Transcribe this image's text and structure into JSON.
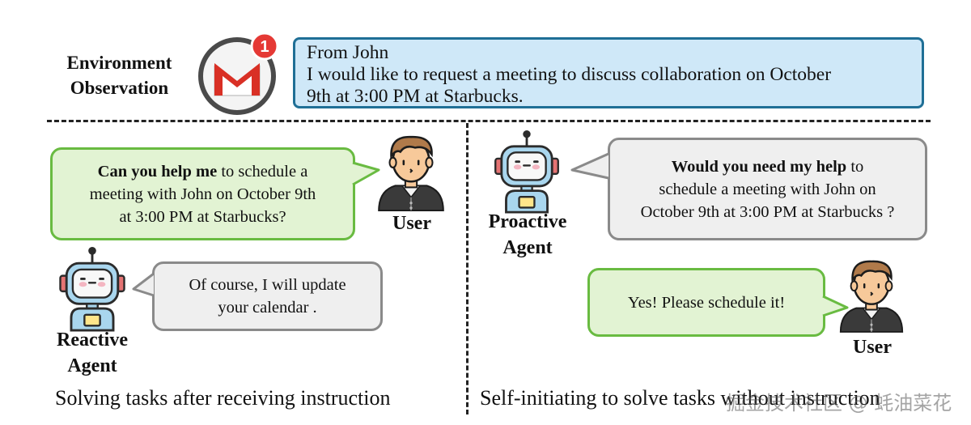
{
  "environment": {
    "label_line1": "Environment",
    "label_line2": "Observation",
    "notification_count": "1",
    "email": {
      "line1": "From John",
      "line2": "I would like to request a meeting to discuss collaboration on October",
      "line3": "9th at 3:00 PM at Starbucks."
    }
  },
  "left_panel": {
    "user_bubble": {
      "bold": "Can you help me",
      "rest_line1": " to schedule a",
      "line2": "meeting with John on October 9th",
      "line3": "at 3:00 PM at Starbucks?"
    },
    "user_label": "User",
    "agent_bubble": {
      "line1": "Of course, I will update",
      "line2": "your calendar ."
    },
    "agent_label_line1": "Reactive",
    "agent_label_line2": "Agent",
    "caption": "Solving tasks after receiving instruction"
  },
  "right_panel": {
    "agent_bubble": {
      "bold": "Would you need my help",
      "rest_line1": " to",
      "line2": "schedule a meeting with John on",
      "line3": "October 9th at 3:00 PM at Starbucks ?"
    },
    "agent_label_line1": "Proactive",
    "agent_label_line2": "Agent",
    "user_bubble": "Yes! Please schedule it!",
    "user_label": "User",
    "caption": "Self-initiating to solve tasks without instruction",
    "watermark": "掘金技术社区 @ 蚝油菜花"
  },
  "colors": {
    "email_bg": "#cfe8f8",
    "email_border": "#1f6f96",
    "green_bubble": "#e2f3d3",
    "green_border": "#69bb41",
    "gray_bubble": "#efefef",
    "gray_border": "#8a8a8a",
    "gmail_red": "#d93025",
    "robot_blue": "#a9d6ee"
  },
  "icons": [
    "gmail-icon",
    "user-avatar-icon",
    "robot-icon"
  ]
}
